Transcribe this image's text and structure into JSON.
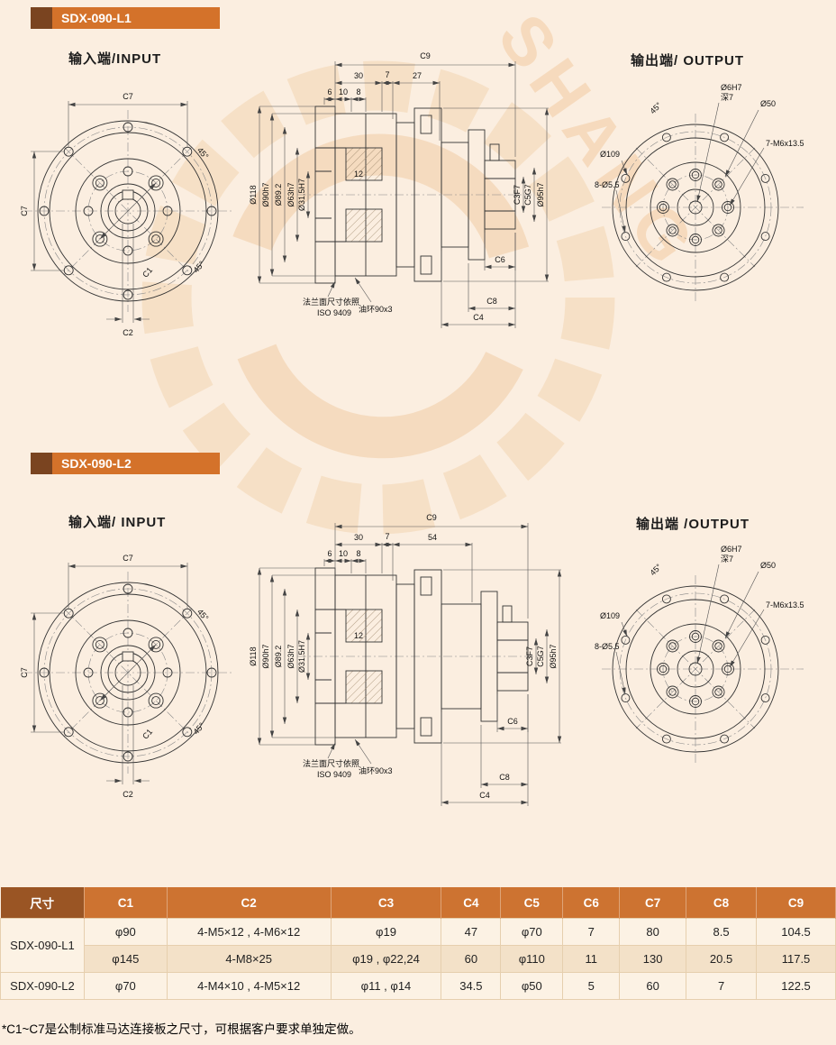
{
  "page": {
    "watermark_text": "SHANG",
    "footnote": "*C1~C7是公制标准马达连接板之尺寸，可根据客户要求单独定做。"
  },
  "sections": [
    {
      "tag": "SDX-090-L1",
      "input": {
        "label": "输入端/INPUT",
        "c7_top": "C7",
        "c7_left": "C7",
        "c1": "C1",
        "c2": "C2",
        "a45_top": "45°",
        "a45_bottom": "45°"
      },
      "cross": {
        "c9": "C9",
        "seg1": "30",
        "seg2": "7",
        "seg3": "27",
        "f1": "6",
        "f2": "10",
        "f3": "8",
        "dia_flange": "Ø118",
        "dia_body": "Ø90h7",
        "dia_step": "Ø89.2",
        "dia_bore": "Ø63h7",
        "dia_inner": "Ø31.5H7",
        "gear_w": "12",
        "c3": "C3F7",
        "c5": "C5G7",
        "dia_out": "Ø95h7",
        "c6": "C6",
        "c8": "C8",
        "c4": "C4",
        "note_flange_1": "法兰面尺寸依照",
        "note_flange_2": "ISO 9409",
        "note_oil": "油环90x3"
      },
      "output": {
        "label": "输出端/ OUTPUT",
        "pin": "Ø6H7",
        "pin_depth": "深7",
        "dia50": "Ø50",
        "tap": "7-M6x13.5",
        "dia109": "Ø109",
        "holes": "8-Ø5.5",
        "a45": "45°"
      }
    },
    {
      "tag": "SDX-090-L2",
      "input": {
        "label": "输入端/ INPUT",
        "c7_top": "C7",
        "c7_left": "C7",
        "c1": "C1",
        "c2": "C2",
        "a45_top": "45°",
        "a45_bottom": "45°"
      },
      "cross": {
        "c9": "C9",
        "seg1": "30",
        "seg2": "7",
        "seg3": "54",
        "f1": "6",
        "f2": "10",
        "f3": "8",
        "dia_flange": "Ø118",
        "dia_body": "Ø90h7",
        "dia_step": "Ø89.2",
        "dia_bore": "Ø63h7",
        "dia_inner": "Ø31.5H7",
        "gear_w": "12",
        "c3": "C3F7",
        "c5": "C5G7",
        "dia_out": "Ø95h7",
        "c6": "C6",
        "c8": "C8",
        "c4": "C4",
        "note_flange_1": "法兰面尺寸依照",
        "note_flange_2": "ISO 9409",
        "note_oil": "油环90x3"
      },
      "output": {
        "label": "输出端 /OUTPUT",
        "pin": "Ø6H7",
        "pin_depth": "深7",
        "dia50": "Ø50",
        "tap": "7-M6x13.5",
        "dia109": "Ø109",
        "holes": "8-Ø5.5",
        "a45": "45°"
      }
    }
  ],
  "table": {
    "headers": [
      "尺寸",
      "C1",
      "C2",
      "C3",
      "C4",
      "C5",
      "C6",
      "C7",
      "C8",
      "C9"
    ],
    "rows": [
      {
        "model": "SDX-090-L1",
        "cells": [
          "φ90",
          "4-M5×12 , 4-M6×12",
          "φ19",
          "47",
          "φ70",
          "7",
          "80",
          "8.5",
          "104.5"
        ]
      },
      {
        "model": "",
        "cells": [
          "φ145",
          "4-M8×25",
          "φ19 , φ22,24",
          "60",
          "φ110",
          "11",
          "130",
          "20.5",
          "117.5"
        ]
      },
      {
        "model": "SDX-090-L2",
        "cells": [
          "φ70",
          "4-M4×10 , 4-M5×12",
          "φ11 , φ14",
          "34.5",
          "φ50",
          "5",
          "60",
          "7",
          "122.5"
        ]
      }
    ]
  }
}
